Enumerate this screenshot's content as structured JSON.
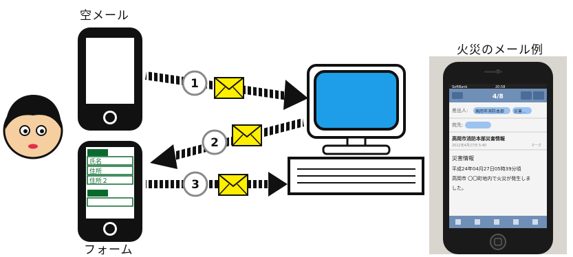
{
  "labels": {
    "empty_mail": "空メール",
    "form": "フォーム",
    "example_title": "火災のメール例"
  },
  "steps": [
    "1",
    "2",
    "3"
  ],
  "form_fields": [
    "氏名",
    "住所",
    "住所２"
  ],
  "phone_screen": {
    "carrier": "SoftBank",
    "time": "20:58",
    "counter": "4/8",
    "from_label": "差出人:",
    "from_value": "高岡市消防本部",
    "from_value2": "災害...",
    "to_label": "宛先:",
    "sender_line": "高岡市消防本部災害情報",
    "date_line": "2012年4月27日 5:40",
    "mark_label": "マーク",
    "heading": "災害情報",
    "body_line1": "平成24年04月27日05時39分頃",
    "body_line2": "高岡市 〇〇町地内で火災が発生しま",
    "body_line3": "した。"
  },
  "colors": {
    "monitor_screen": "#1e9ee8",
    "envelope": "#ffee00",
    "form_green": "#0a6a2e",
    "phone_blue": "#3a7fc4"
  }
}
